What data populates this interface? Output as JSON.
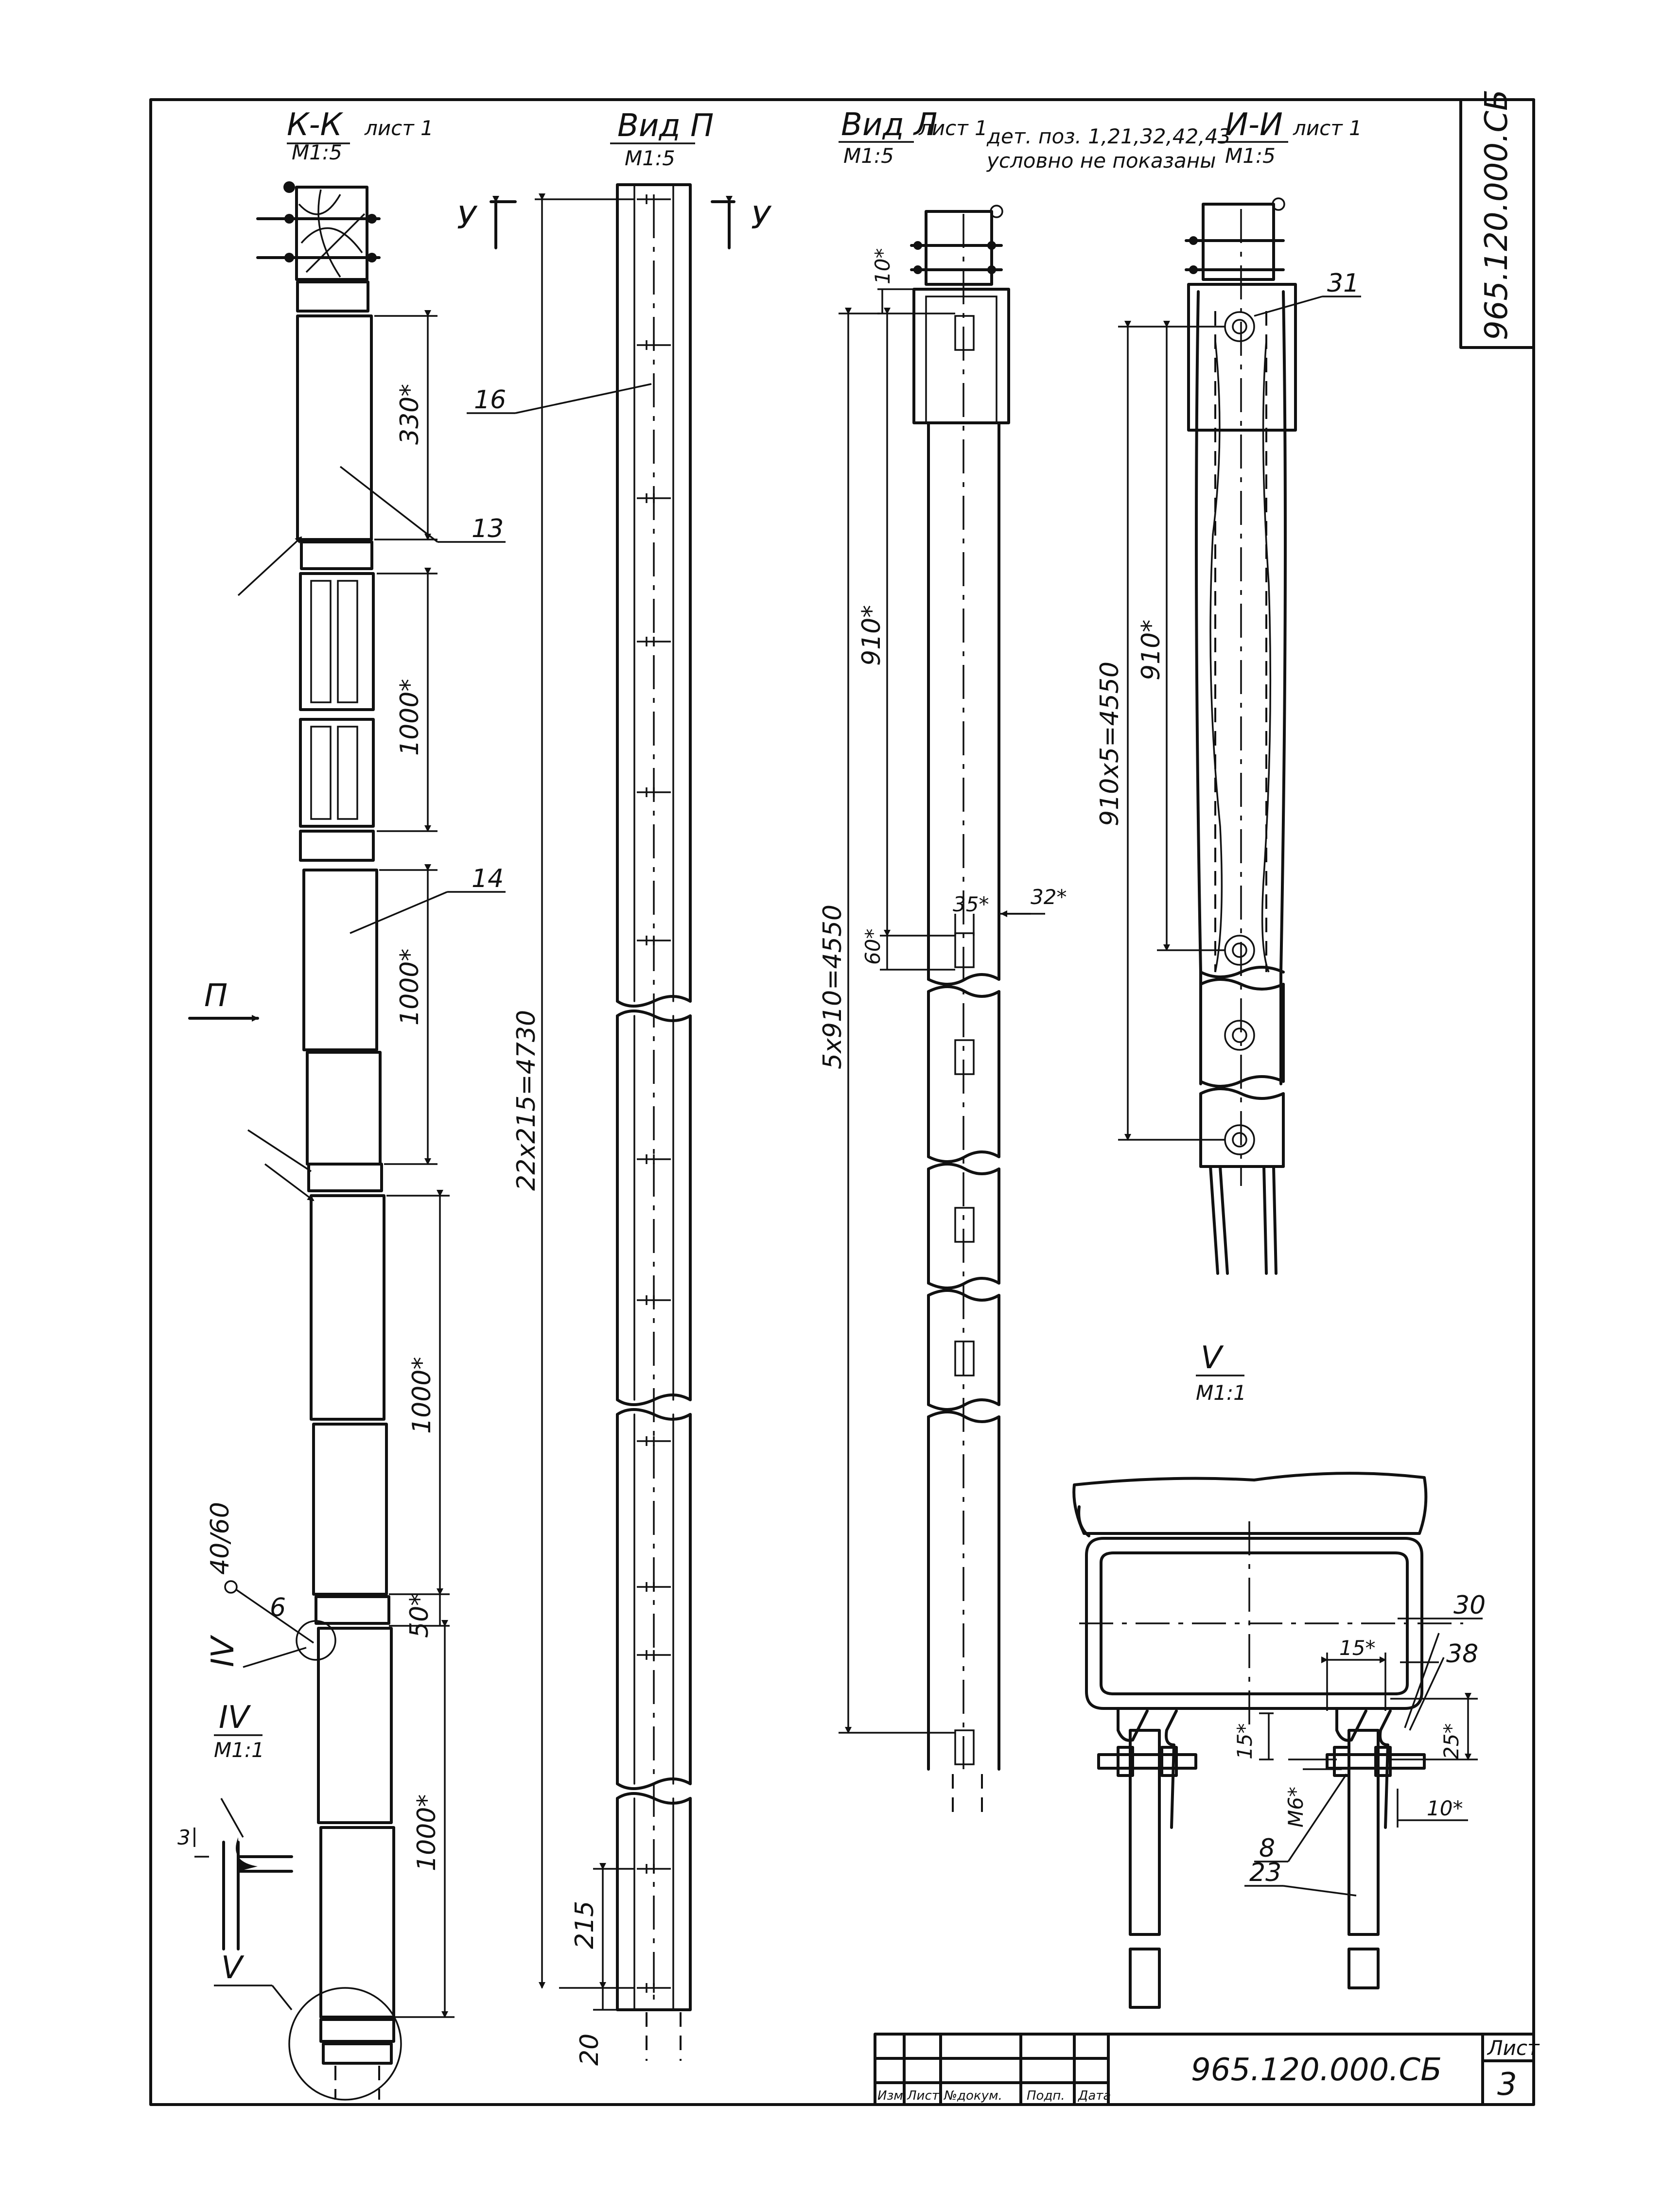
{
  "drawing_number": "965.120.000.СБ",
  "sheet_label": "Лист",
  "sheet_number": "3",
  "views": {
    "section_kk": {
      "title": "К-К",
      "ref": "лист 1",
      "scale": "М1:5"
    },
    "view_p": {
      "title": "Вид П",
      "scale": "М1:5"
    },
    "view_l": {
      "title": "Вид Л",
      "ref": "лист 1",
      "scale": "М1:5",
      "note_line1": "дет. поз. 1,21,32,42,43",
      "note_line2": "условно не показаны"
    },
    "section_ii": {
      "title": "И-И",
      "ref": "лист 1",
      "scale": "М1:5"
    },
    "detail_v": {
      "title": "V",
      "scale": "М1:1"
    },
    "detail_iv": {
      "title": "IV",
      "scale": "М1:1"
    }
  },
  "markers": {
    "u_left": "У",
    "u_right": "У",
    "p_arrow": "П",
    "callout_iv": "IV",
    "callout_v": "V"
  },
  "dimensions": {
    "d330": "330*",
    "d1000": "1000*",
    "d50": "50*",
    "d215": "215",
    "d20": "20",
    "d22x215": "22x215=4730",
    "d10": "10*",
    "d910": "910*",
    "d35": "35*",
    "d32": "32*",
    "d60": "60*",
    "d5x910": "5x910=4550",
    "d910x5": "910x5=4550",
    "d15": "15*",
    "d25": "25*",
    "dm6": "М6*",
    "d3": "3",
    "d4060": "40/60",
    "d6": "6"
  },
  "positions": {
    "p13": "13",
    "p14": "14",
    "p16": "16",
    "p31": "31",
    "p30": "30",
    "p38": "38",
    "p8": "8",
    "p23": "23"
  },
  "title_block": {
    "col1": "Изм",
    "col2": "Лист",
    "col3": "№докум.",
    "col4": "Подп.",
    "col5": "Дата"
  }
}
